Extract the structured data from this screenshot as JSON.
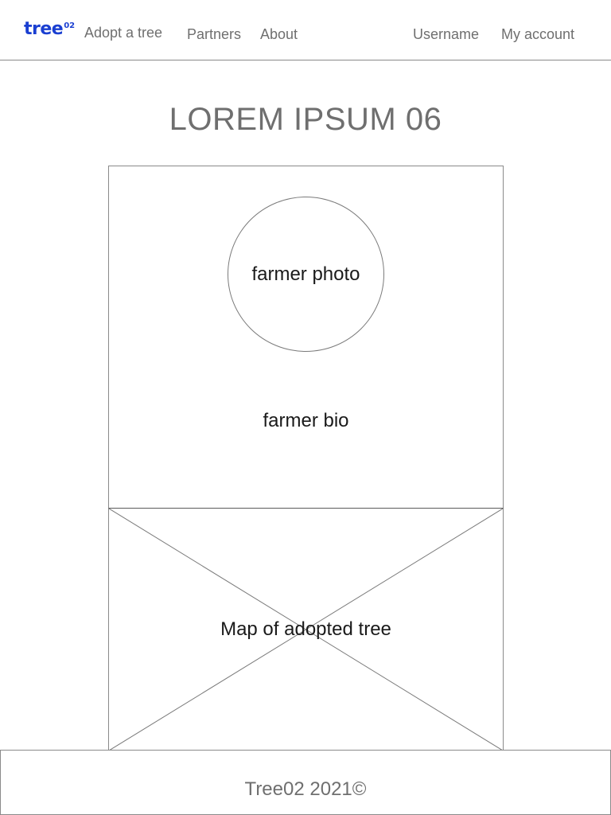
{
  "header": {
    "logo_main": "tree",
    "logo_sup": "02",
    "nav": {
      "adopt": "Adopt a tree",
      "partners": "Partners",
      "about": "About",
      "username": "Username",
      "account": "My account"
    }
  },
  "main": {
    "title": "LOREM IPSUM 06",
    "farmer_photo_label": "farmer photo",
    "farmer_bio_label": "farmer bio",
    "map_label": "Map of adopted tree"
  },
  "footer": {
    "text": "Tree02 2021©"
  },
  "colors": {
    "brand": "#1a3fd1",
    "nav_text": "#6f6f6f",
    "border": "#8a8a8a"
  }
}
